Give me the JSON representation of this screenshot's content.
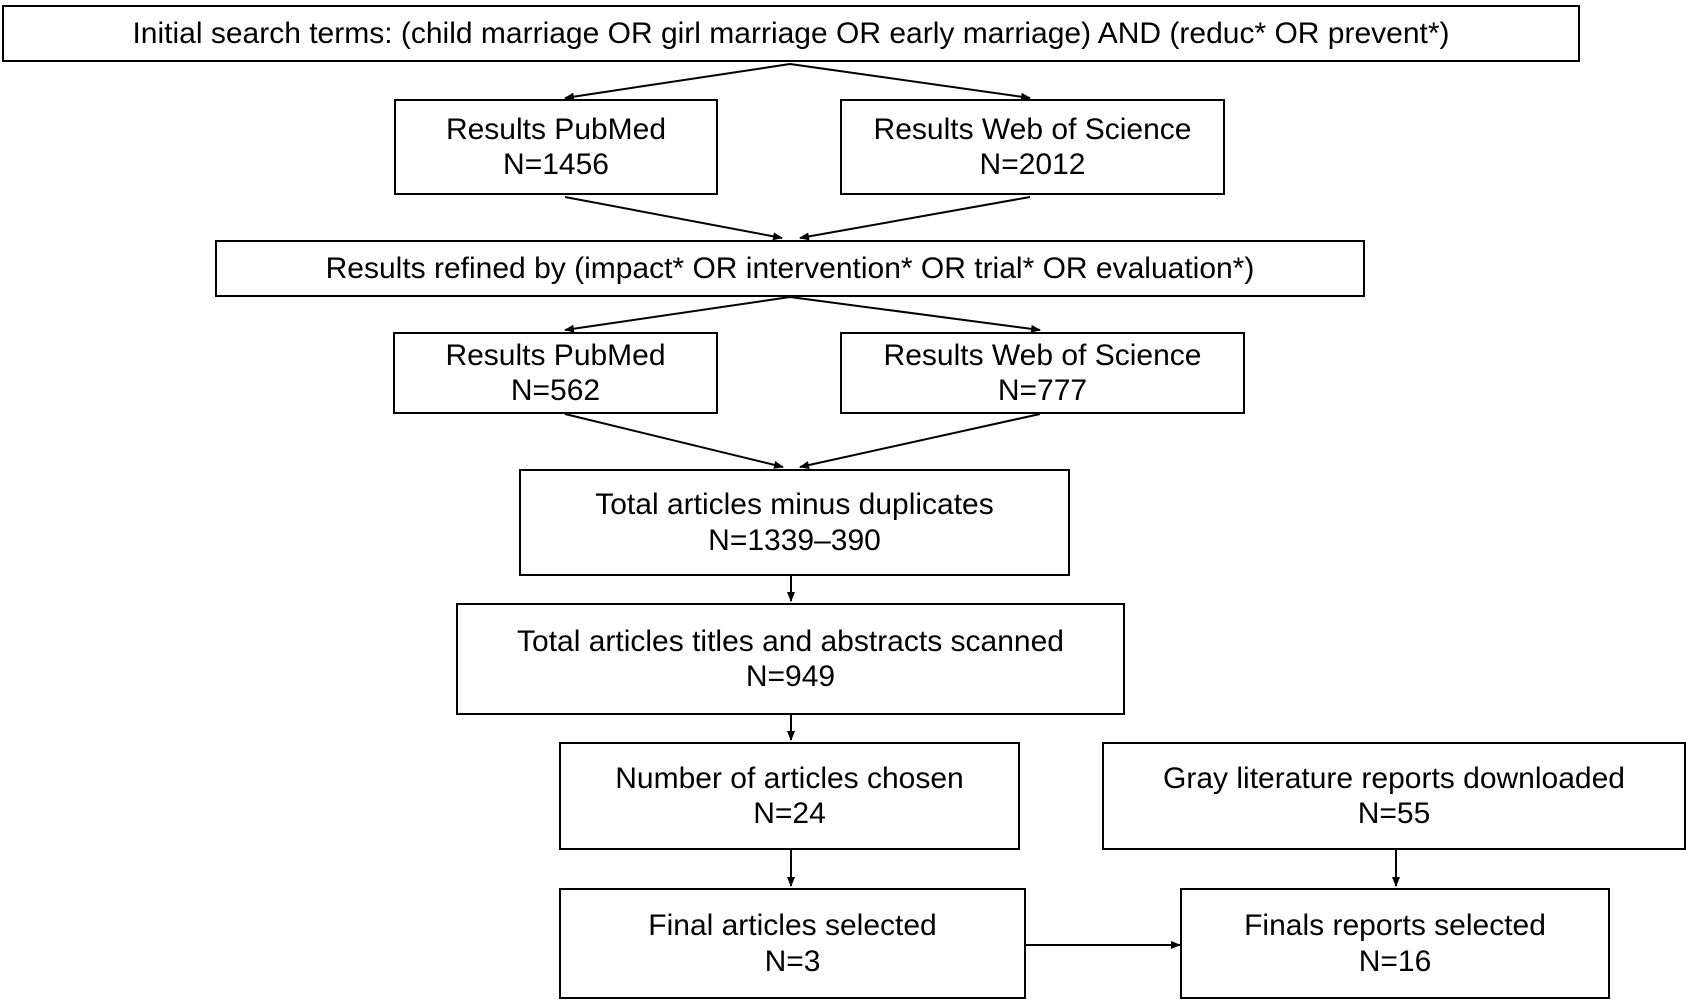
{
  "diagram": {
    "title": "Literature search and selection flow diagram",
    "type": "flowchart",
    "stroke_color": "#000000",
    "fill_color": "#ffffff",
    "text_color": "#000000"
  },
  "nodes": {
    "initial_search": {
      "line1": "Initial search terms: (child marriage OR girl marriage OR early marriage) AND (reduc* OR prevent*)",
      "line2": ""
    },
    "pubmed_initial": {
      "line1": "Results PubMed",
      "line2": "N=1456"
    },
    "wos_initial": {
      "line1": "Results Web of Science",
      "line2": "N=2012"
    },
    "refined": {
      "line1": "Results refined by (impact* OR intervention* OR trial* OR evaluation*)",
      "line2": ""
    },
    "pubmed_refined": {
      "line1": "Results PubMed",
      "line2": "N=562"
    },
    "wos_refined": {
      "line1": "Results Web of Science",
      "line2": "N=777"
    },
    "minus_duplicates": {
      "line1": "Total articles minus duplicates",
      "line2": "N=1339–390"
    },
    "titles_scanned": {
      "line1": "Total articles titles and abstracts scanned",
      "line2": "N=949"
    },
    "articles_chosen": {
      "line1": "Number of articles chosen",
      "line2": "N=24"
    },
    "gray_literature": {
      "line1": "Gray literature reports downloaded",
      "line2": "N=55"
    },
    "final_articles": {
      "line1": "Final articles selected",
      "line2": "N=3"
    },
    "final_reports": {
      "line1": "Finals reports selected",
      "line2": "N=16"
    }
  },
  "connectors": [
    {
      "name": "initial-to-pubmed",
      "from": "initial_search",
      "to": "pubmed_initial",
      "arrowheads": "end"
    },
    {
      "name": "initial-to-wos",
      "from": "initial_search",
      "to": "wos_initial",
      "arrowheads": "end"
    },
    {
      "name": "pubmed-to-refined",
      "from": "pubmed_initial",
      "to": "refined",
      "arrowheads": "end"
    },
    {
      "name": "wos-to-refined",
      "from": "wos_initial",
      "to": "refined",
      "arrowheads": "end"
    },
    {
      "name": "refined-to-pubmed2",
      "from": "refined",
      "to": "pubmed_refined",
      "arrowheads": "end"
    },
    {
      "name": "refined-to-wos2",
      "from": "refined",
      "to": "wos_refined",
      "arrowheads": "end"
    },
    {
      "name": "pubmed2-to-duplicates",
      "from": "pubmed_refined",
      "to": "minus_duplicates",
      "arrowheads": "end"
    },
    {
      "name": "wos2-to-duplicates",
      "from": "wos_refined",
      "to": "minus_duplicates",
      "arrowheads": "end"
    },
    {
      "name": "duplicates-to-scanned",
      "from": "minus_duplicates",
      "to": "titles_scanned",
      "arrowheads": "end"
    },
    {
      "name": "scanned-to-chosen",
      "from": "titles_scanned",
      "to": "articles_chosen",
      "arrowheads": "end"
    },
    {
      "name": "chosen-to-final-articles",
      "from": "articles_chosen",
      "to": "final_articles",
      "arrowheads": "end"
    },
    {
      "name": "gray-to-final-reports",
      "from": "gray_literature",
      "to": "final_reports",
      "arrowheads": "end"
    },
    {
      "name": "final-articles-to-final-reports",
      "from": "final_articles",
      "to": "final_reports",
      "arrowheads": "both"
    }
  ]
}
